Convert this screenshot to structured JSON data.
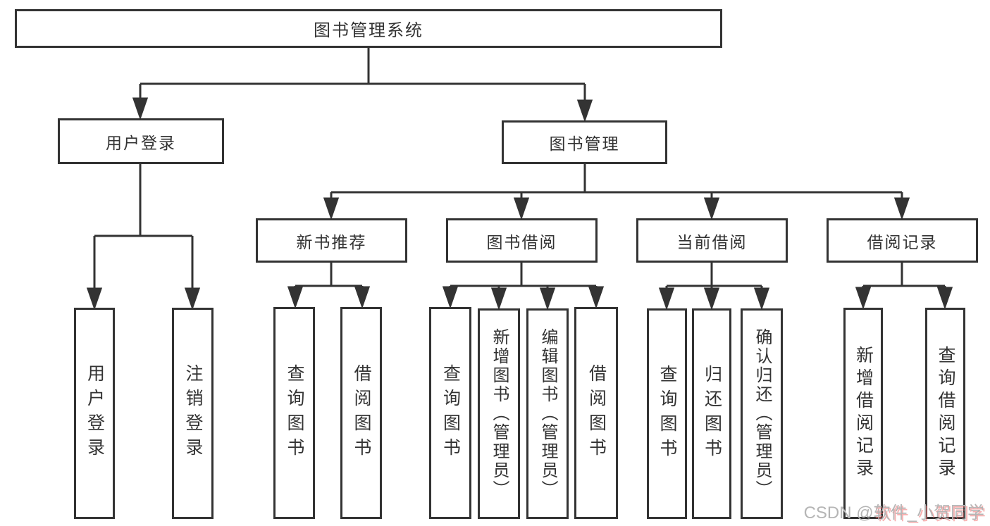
{
  "diagram": {
    "root": {
      "label": "图书管理系统"
    },
    "level1": [
      {
        "label": "用户登录"
      },
      {
        "label": "图书管理"
      }
    ],
    "level2": [
      {
        "label": "新书推荐",
        "parent": "图书管理"
      },
      {
        "label": "图书借阅",
        "parent": "图书管理"
      },
      {
        "label": "当前借阅",
        "parent": "图书管理"
      },
      {
        "label": "借阅记录",
        "parent": "图书管理"
      }
    ],
    "leaves": [
      {
        "label": "用户登录",
        "parent": "用户登录"
      },
      {
        "label": "注销登录",
        "parent": "用户登录"
      },
      {
        "label": "查询图书",
        "parent": "新书推荐"
      },
      {
        "label": "借阅图书",
        "parent": "新书推荐"
      },
      {
        "label": "查询图书",
        "parent": "图书借阅"
      },
      {
        "label": "新增图书（管理员）",
        "parent": "图书借阅"
      },
      {
        "label": "编辑图书（管理员）",
        "parent": "图书借阅"
      },
      {
        "label": "借阅图书",
        "parent": "图书借阅"
      },
      {
        "label": "查询图书",
        "parent": "当前借阅"
      },
      {
        "label": "归还图书",
        "parent": "当前借阅"
      },
      {
        "label": "确认归还（管理员）",
        "parent": "当前借阅"
      },
      {
        "label": "新增借阅记录",
        "parent": "借阅记录"
      },
      {
        "label": "查询借阅记录",
        "parent": "借阅记录"
      }
    ],
    "watermark": {
      "prefix": "CSDN @",
      "author": "软件_小贺同学"
    },
    "colors": {
      "line": "#333333",
      "text": "#333333",
      "background": "#ffffff",
      "watermark_gray": "#b5b5b5",
      "watermark_red": "#f06e6e"
    }
  }
}
